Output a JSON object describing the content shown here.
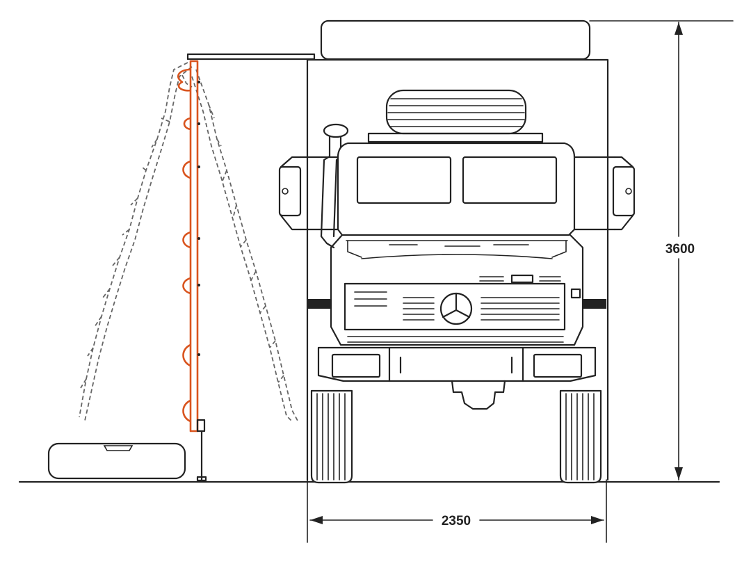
{
  "dimensions": {
    "height_label": "3600",
    "width_label": "2350"
  },
  "colors": {
    "line": "#222222",
    "awning_pole": "#d9541e",
    "ladder_dashed": "#666666",
    "background": "#ffffff"
  },
  "icons": {
    "vehicle": "truck-front-view",
    "emblem": "three-pointed-star-emblem"
  }
}
